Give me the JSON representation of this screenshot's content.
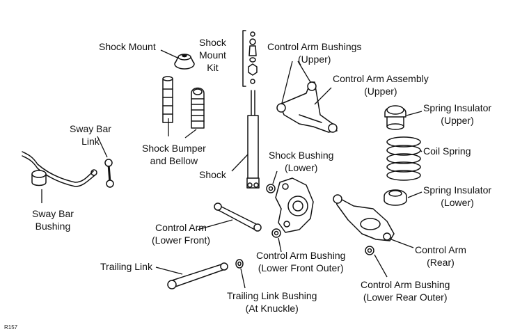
{
  "reference_code": "R157",
  "labels": {
    "shock_mount": [
      "Shock Mount"
    ],
    "shock_mount_kit": [
      "Shock",
      "Mount",
      "Kit"
    ],
    "control_arm_bushings_upper": [
      "Control Arm Bushings",
      "(Upper)"
    ],
    "control_arm_assembly_upper": [
      "Control Arm Assembly",
      "(Upper)"
    ],
    "spring_insulator_upper": [
      "Spring Insulator",
      "(Upper)"
    ],
    "coil_spring": [
      "Coil Spring"
    ],
    "spring_insulator_lower": [
      "Spring Insulator",
      "(Lower)"
    ],
    "sway_bar_link": [
      "Sway Bar",
      "Link"
    ],
    "shock_bumper_bellow": [
      "Shock Bumper",
      "and Bellow"
    ],
    "shock": [
      "Shock"
    ],
    "shock_bushing_lower": [
      "Shock Bushing",
      "(Lower)"
    ],
    "sway_bar_bushing": [
      "Sway Bar",
      "Bushing"
    ],
    "control_arm_lower_front": [
      "Control Arm",
      "(Lower Front)"
    ],
    "control_arm_bushing_lower_front_outer": [
      "Control Arm Bushing",
      "(Lower Front Outer)"
    ],
    "control_arm_rear": [
      "Control Arm",
      "(Rear)"
    ],
    "trailing_link": [
      "Trailing Link"
    ],
    "control_arm_bushing_lower_rear_outer": [
      "Control Arm Bushing",
      "(Lower Rear Outer)"
    ],
    "trailing_link_bushing_at_knuckle": [
      "Trailing Link Bushing",
      "(At Knuckle)"
    ]
  }
}
